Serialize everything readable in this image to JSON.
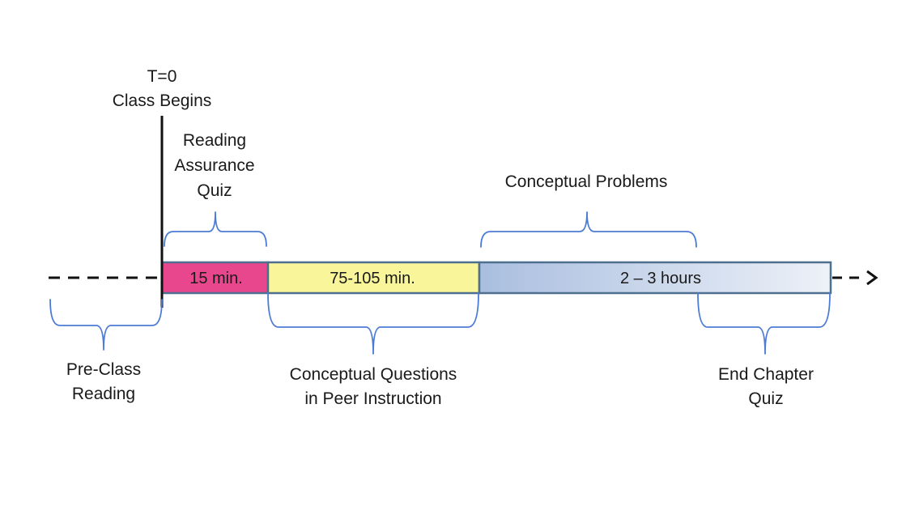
{
  "start_marker": {
    "lines": [
      "T=0",
      "Class Begins"
    ]
  },
  "segments": [
    {
      "label": "15 min.",
      "color": "#e9478d"
    },
    {
      "label": "75-105 min.",
      "color": "#f8f59a"
    },
    {
      "label": "2 – 3 hours",
      "gradient_from": "#a9bedf",
      "gradient_to": "#edf1f8",
      "border": "#4f6f8f"
    }
  ],
  "labels": {
    "reading_quiz": [
      "Reading",
      "Assurance",
      "Quiz"
    ],
    "conceptual_problems": [
      "Conceptual Problems"
    ],
    "pre_class": [
      "Pre-Class",
      "Reading"
    ],
    "peer_instruction": [
      "Conceptual Questions",
      "in Peer Instruction"
    ],
    "end_quiz": [
      "End Chapter",
      "Quiz"
    ]
  },
  "brace_color": "#4c7bd6"
}
